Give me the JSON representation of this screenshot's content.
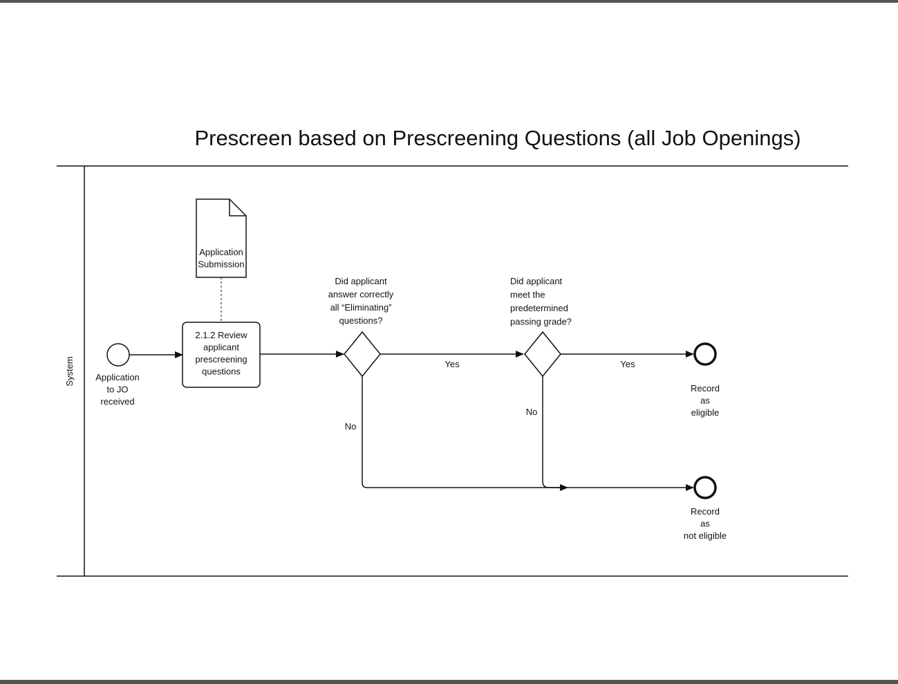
{
  "diagram": {
    "title": "Prescreen based on Prescreening Questions (all Job Openings)",
    "lane_label": "System",
    "start_event": [
      "Application",
      "to JO",
      "received"
    ],
    "task": [
      "2.1.2 Review",
      "applicant",
      "prescreening",
      "questions"
    ],
    "document": [
      "Application",
      "Submission"
    ],
    "gateway_1_question": [
      "Did applicant",
      "answer correctly",
      "all “Eliminating”",
      "questions?"
    ],
    "gateway_2_question": [
      "Did applicant",
      "meet the",
      "predetermined",
      "passing grade?"
    ],
    "yes_label_1": "Yes",
    "yes_label_2": "Yes",
    "no_label_1": "No",
    "no_label_2": "No",
    "end_event_eligible": [
      "Record",
      "as",
      "eligible"
    ],
    "end_event_not_eligible": [
      "Record",
      "as",
      "not eligible"
    ]
  },
  "colors": {
    "line": "#111111",
    "band": "#555555",
    "background": "#ffffff"
  }
}
